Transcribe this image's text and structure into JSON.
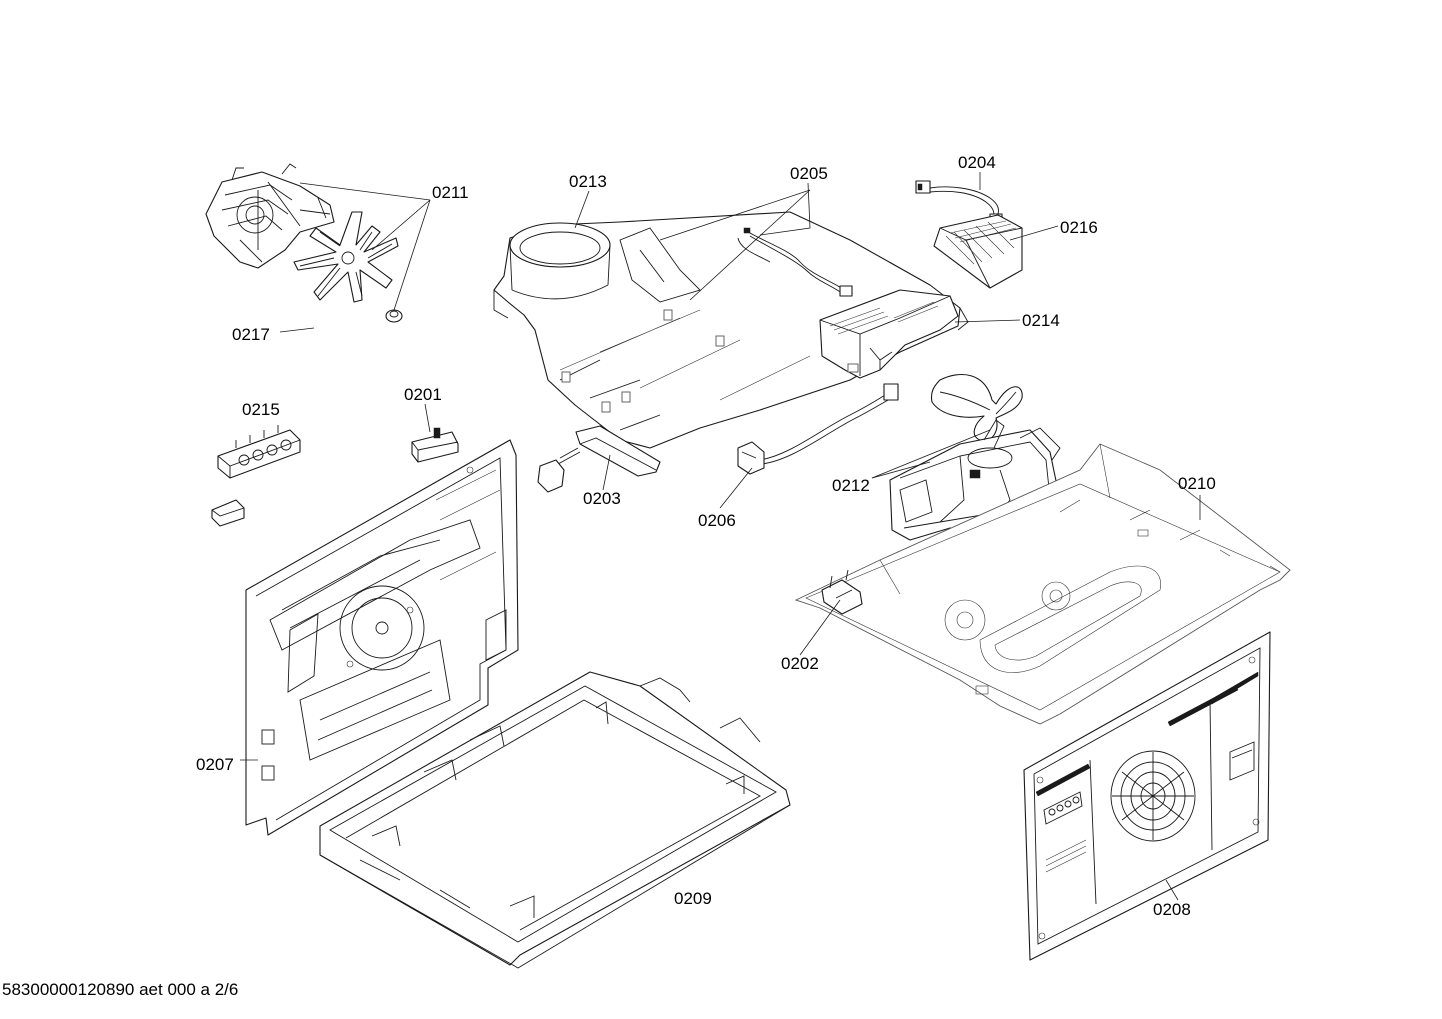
{
  "parts": [
    {
      "id": "p0211",
      "label": "0211"
    },
    {
      "id": "p0213",
      "label": "0213"
    },
    {
      "id": "p0205",
      "label": "0205"
    },
    {
      "id": "p0204",
      "label": "0204"
    },
    {
      "id": "p0216",
      "label": "0216"
    },
    {
      "id": "p0214",
      "label": "0214"
    },
    {
      "id": "p0217",
      "label": "0217"
    },
    {
      "id": "p0215",
      "label": "0215"
    },
    {
      "id": "p0201",
      "label": "0201"
    },
    {
      "id": "p0203",
      "label": "0203"
    },
    {
      "id": "p0206",
      "label": "0206"
    },
    {
      "id": "p0212",
      "label": "0212"
    },
    {
      "id": "p0210",
      "label": "0210"
    },
    {
      "id": "p0202",
      "label": "0202"
    },
    {
      "id": "p0207",
      "label": "0207"
    },
    {
      "id": "p0209",
      "label": "0209"
    },
    {
      "id": "p0208",
      "label": "0208"
    }
  ],
  "footer": {
    "document_id": "58300000120890 aet 000 a 2/6"
  }
}
